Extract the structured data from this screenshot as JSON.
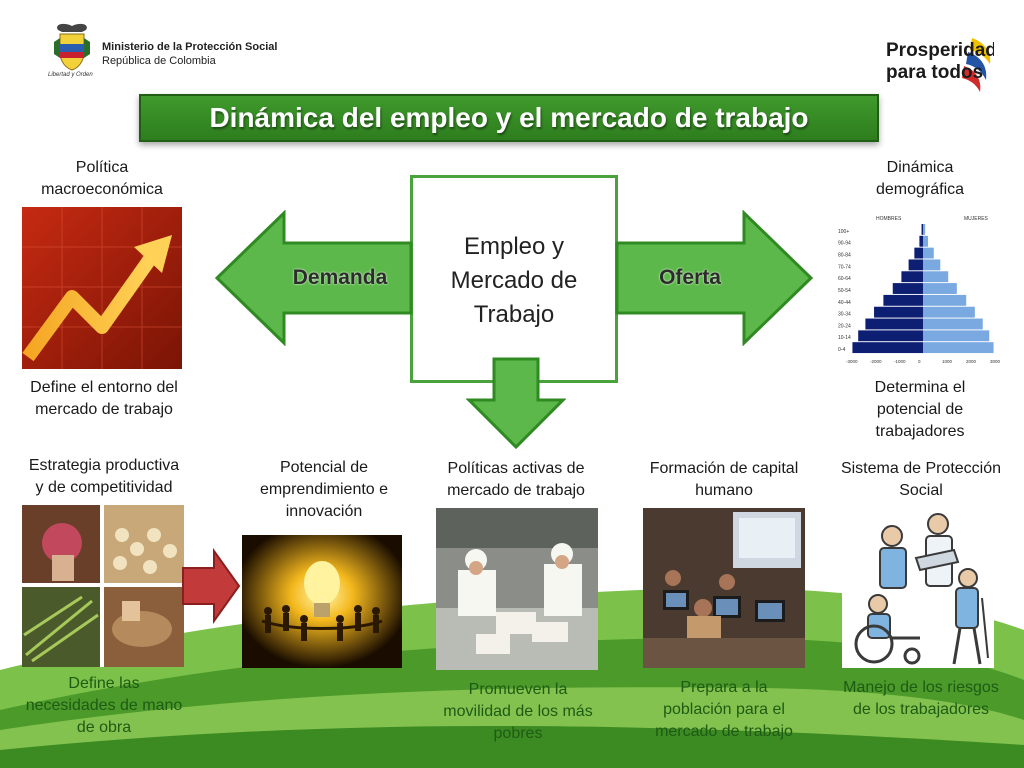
{
  "header": {
    "ministry_name": "Ministerio de la Protección Social",
    "ministry_country": "República de Colombia",
    "crest_motto": "Libertad y Orden",
    "brand_line1": "Prosperidad",
    "brand_line2": "para todos"
  },
  "title": "Dinámica del empleo y el mercado de trabajo",
  "center": {
    "line1": "Empleo y",
    "line2": "Mercado de",
    "line3": "Trabajo"
  },
  "arrows": {
    "left_label": "Demanda",
    "right_label": "Oferta"
  },
  "top_left": {
    "heading_line1": "Política",
    "heading_line2": "macroeconómica",
    "caption_line1": "Define el entorno del",
    "caption_line2": "mercado de trabajo"
  },
  "top_right": {
    "heading_line1": "Dinámica",
    "heading_line2": "demográfica",
    "caption_line1": "Determina el",
    "caption_line2": "potencial de",
    "caption_line3": "trabajadores",
    "pyramid": {
      "label_men": "HOMBRES",
      "label_women": "MUJERES",
      "age_groups": [
        "100+",
        "90-94",
        "80-84",
        "70-74",
        "60-64",
        "50-54",
        "40-44",
        "30-34",
        "20-24",
        "10-14",
        "0-4"
      ],
      "x_ticks": [
        "-3000",
        "-2000",
        "-1000",
        "0",
        "1000",
        "2000",
        "3000"
      ],
      "men": [
        0.02,
        0.05,
        0.12,
        0.2,
        0.3,
        0.42,
        0.55,
        0.68,
        0.8,
        0.9,
        0.98
      ],
      "women": [
        0.03,
        0.07,
        0.15,
        0.24,
        0.35,
        0.47,
        0.6,
        0.72,
        0.83,
        0.92,
        0.98
      ],
      "color_men": "#0d1f73",
      "color_women": "#79a9e0"
    }
  },
  "bottom": [
    {
      "heading_line1": "Estrategia productiva",
      "heading_line2": "y de competitividad",
      "caption_line1": "Define las",
      "caption_line2": "necesidades de mano",
      "caption_line3": "de obra"
    },
    {
      "heading_line1": "Potencial de",
      "heading_line2": "emprendimiento e",
      "heading_line3": "innovación"
    },
    {
      "heading_line1": "Políticas activas de",
      "heading_line2": "mercado de trabajo",
      "caption_line1": "Promueven la",
      "caption_line2": "movilidad de los más",
      "caption_line3": "pobres"
    },
    {
      "heading_line1": "Formación de capital",
      "heading_line2": "humano",
      "caption_line1": "Prepara a la",
      "caption_line2": "población para el",
      "caption_line3": "mercado de trabajo"
    },
    {
      "heading_line1": "Sistema de Protección",
      "heading_line2": "Social",
      "caption_line1": "Manejo de los riesgos",
      "caption_line2": "de los trabajadores"
    }
  ],
  "colors": {
    "title_green": "#2e7d1e",
    "arrow_green": "#5cb84a",
    "arrow_border": "#2f8a22",
    "caption_green": "#1e5b14",
    "pointer_red": "#c23a3a"
  }
}
